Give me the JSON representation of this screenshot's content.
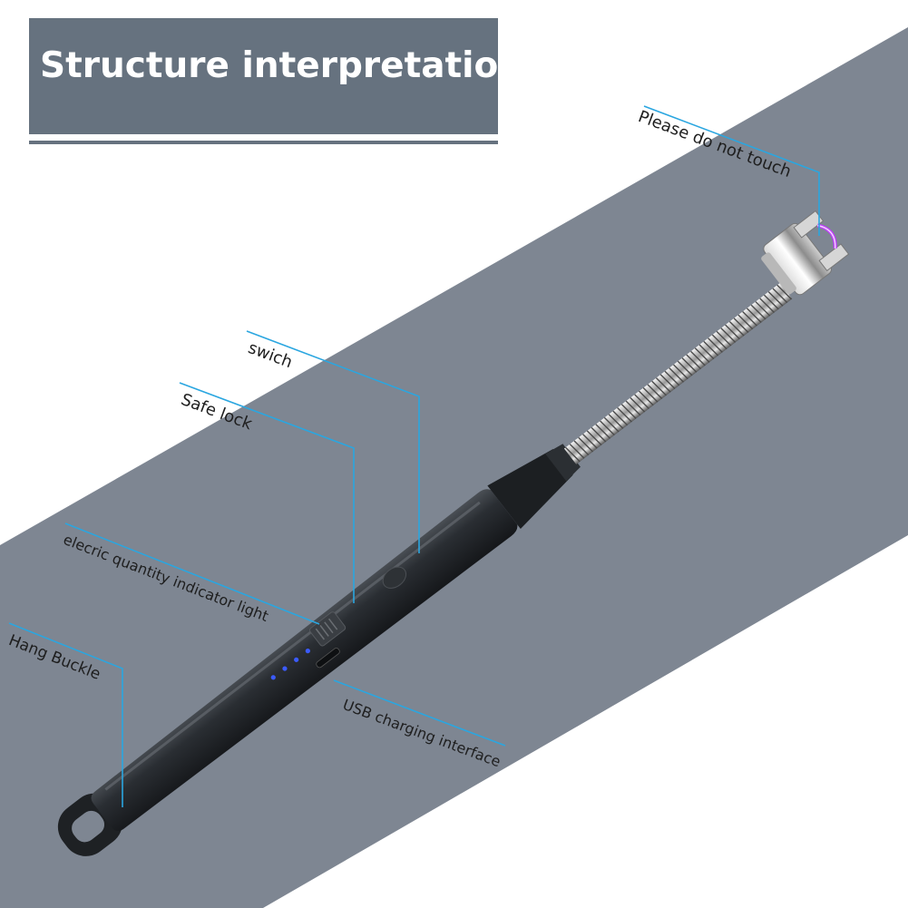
{
  "title": "Structure interpretation",
  "colors": {
    "banner": "#66727f",
    "stripe": "#7e8692",
    "leader": "#2aa6e0",
    "body": "#24272a",
    "indicator": "#3b5bff",
    "arc": "#c03cff"
  },
  "labels": {
    "please_do_not_touch": "Please do not touch",
    "switch": "swich",
    "safe_lock": "Safe lock",
    "indicator_light": "elecric quantity indicator light",
    "hang_buckle": "Hang Buckle",
    "usb_interface": "USB charging interface"
  }
}
